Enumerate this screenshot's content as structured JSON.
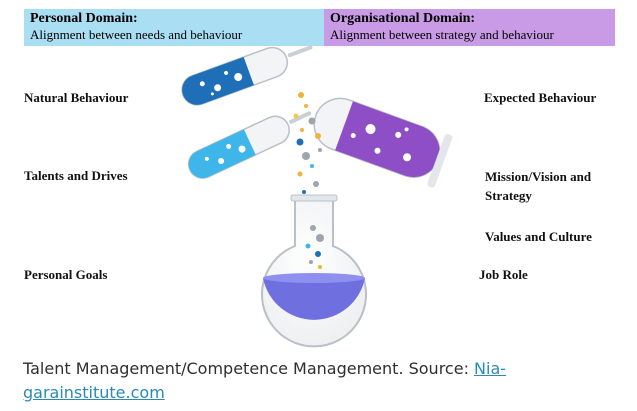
{
  "header": {
    "personal": {
      "title": "Personal Domain:",
      "subtitle": "Alignment between needs and behaviour"
    },
    "organisational": {
      "title": "Organisational Domain:",
      "subtitle": "Alignment between strategy and behaviour"
    }
  },
  "left_labels": [
    "Natural Behaviour",
    "Talents and Drives",
    "Personal Goals"
  ],
  "right_labels": [
    "Expected Behaviour",
    "Mission/Vision and",
    "Strategy",
    "Values and Culture",
    "Job Role"
  ],
  "caption": {
    "text": "Talent Management/Competence Management. Source: ",
    "link_line1": "Nia-",
    "link_line2": "garainstitute.com"
  },
  "colors": {
    "personal_header": "#a9def3",
    "organisational_header": "#c99be6",
    "tube_dark_blue": "#1f6fb8",
    "tube_light_blue": "#3fb6ea",
    "tube_purple": "#8e4fc6",
    "flask_liquid": "#6f6fe0",
    "link": "#2a8ab6"
  }
}
